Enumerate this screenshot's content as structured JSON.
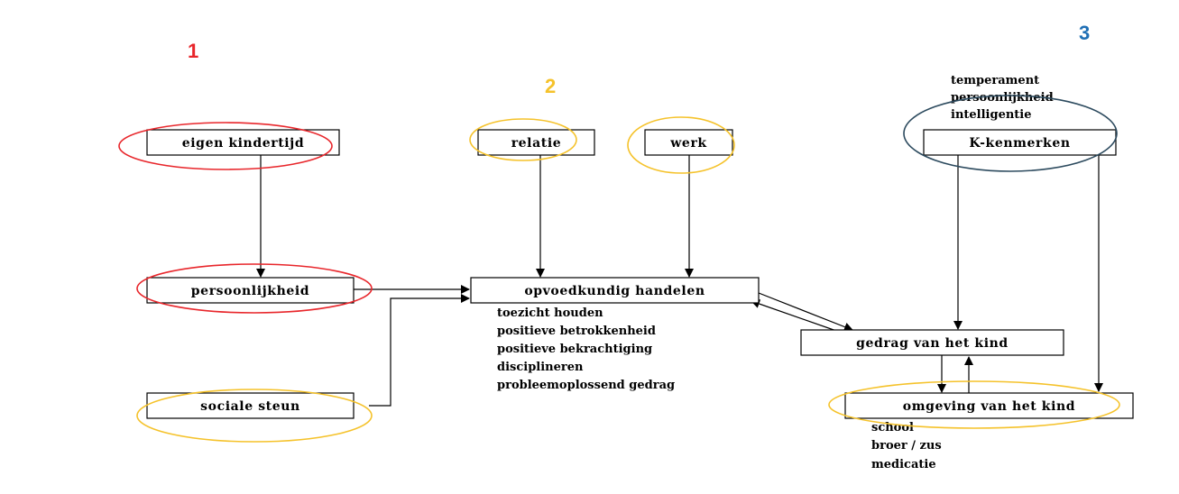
{
  "colors": {
    "red": "#e8262b",
    "yellow": "#f5c22a",
    "blue": "#1f6fb5",
    "navy": "#2c4a5e"
  },
  "numbers": {
    "n1": "1",
    "n2": "2",
    "n3": "3"
  },
  "boxes": {
    "eigen_kindertijd": "eigen kindertijd",
    "persoonlijkheid": "persoonlijkheid",
    "sociale_steun": "sociale steun",
    "relatie": "relatie",
    "werk": "werk",
    "opvoedkundig_handelen": "opvoedkundig handelen",
    "k_kenmerken": "K-kenmerken",
    "gedrag_van_het_kind": "gedrag van het kind",
    "omgeving_van_het_kind": "omgeving van het kind"
  },
  "lists": {
    "opvoedkundig_items": [
      "toezicht houden",
      "positieve betrokkenheid",
      "positieve bekrachtiging",
      "disciplineren",
      "probleemoplossend gedrag"
    ],
    "k_kenmerken_items": [
      "temperament",
      "persoonlijkheid",
      "intelligentie"
    ],
    "omgeving_items": [
      "school",
      "broer / zus",
      "medicatie"
    ]
  }
}
